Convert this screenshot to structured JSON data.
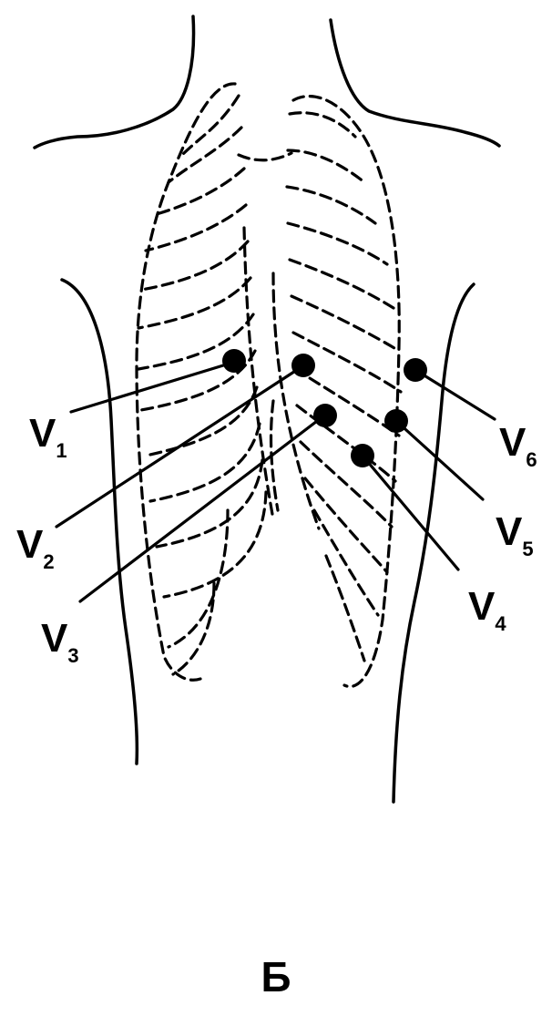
{
  "leads": [
    {
      "id": "V1",
      "letter": "V",
      "index": "1"
    },
    {
      "id": "V2",
      "letter": "V",
      "index": "2"
    },
    {
      "id": "V3",
      "letter": "V",
      "index": "3"
    },
    {
      "id": "V4",
      "letter": "V",
      "index": "4"
    },
    {
      "id": "V5",
      "letter": "V",
      "index": "5"
    },
    {
      "id": "V6",
      "letter": "V",
      "index": "6"
    }
  ],
  "caption": "Б",
  "colors": {
    "ink": "#000000",
    "background": "#ffffff"
  }
}
